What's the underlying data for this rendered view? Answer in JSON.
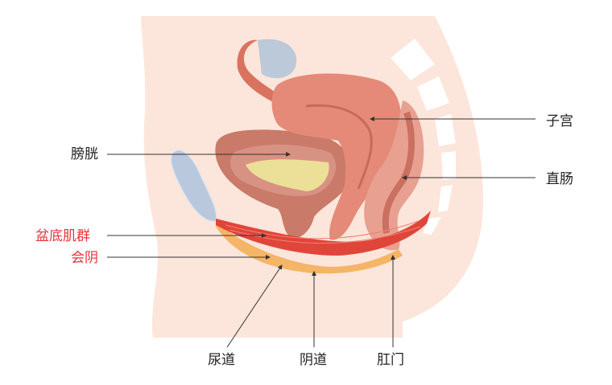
{
  "labels": {
    "uterus": "子宫",
    "bladder": "膀胱",
    "rectum": "直肠",
    "pelvic_floor": "盆底肌群",
    "perineum": "会阴",
    "urethra": "尿道",
    "vagina": "阴道",
    "anus": "肛门"
  },
  "colors": {
    "skin": "#fce5da",
    "uterus": "#e58a78",
    "muscle": "#e0453a",
    "perineum": "#f4b566",
    "bladder_fill": "#ecdf98",
    "highlight_label": "#e8333a"
  }
}
